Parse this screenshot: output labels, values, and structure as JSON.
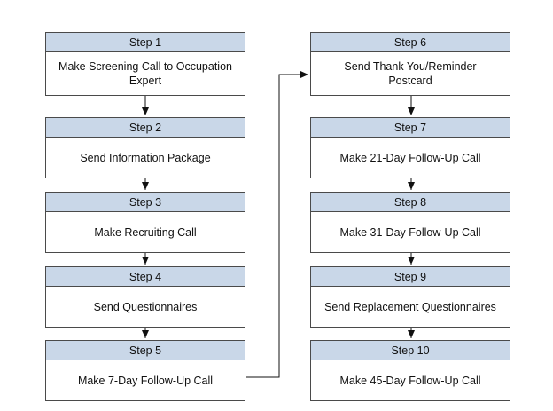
{
  "steps": [
    {
      "header": "Step 1",
      "body": "Make Screening Call to Occupation Expert"
    },
    {
      "header": "Step 2",
      "body": "Send Information Package"
    },
    {
      "header": "Step 3",
      "body": "Make Recruiting Call"
    },
    {
      "header": "Step 4",
      "body": "Send Questionnaires"
    },
    {
      "header": "Step 5",
      "body": "Make 7-Day Follow-Up Call"
    },
    {
      "header": "Step 6",
      "body": "Send Thank You/Reminder Postcard"
    },
    {
      "header": "Step 7",
      "body": "Make 21-Day Follow-Up Call"
    },
    {
      "header": "Step 8",
      "body": "Make 31-Day Follow-Up Call"
    },
    {
      "header": "Step 9",
      "body": "Send Replacement Questionnaires"
    },
    {
      "header": "Step 10",
      "body": "Make 45-Day Follow-Up Call"
    }
  ],
  "colors": {
    "header_fill": "#c9d7e8",
    "border": "#4a4a4a",
    "connector": "#111111"
  }
}
